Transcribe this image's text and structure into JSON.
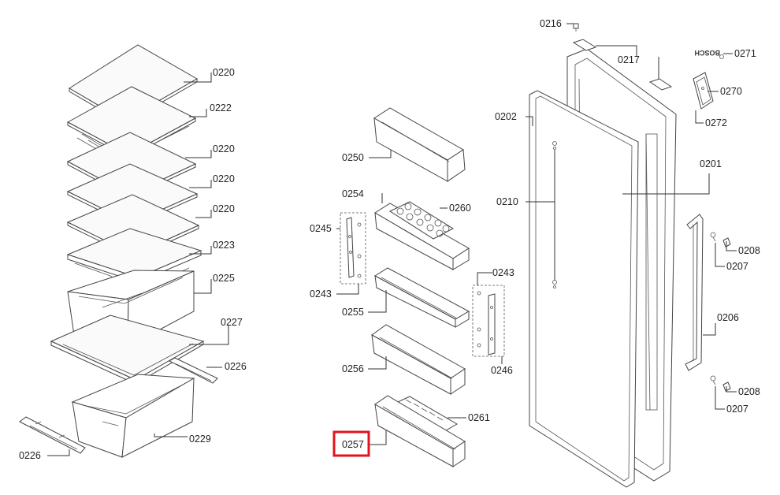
{
  "labels": {
    "p0220a": "0220",
    "p0222": "0222",
    "p0220b": "0220",
    "p0220c": "0220",
    "p0220d": "0220",
    "p0223": "0223",
    "p0225": "0225",
    "p0227": "0227",
    "p0226a": "0226",
    "p0226b": "0226",
    "p0229": "0229",
    "p0250": "0250",
    "p0254": "0254",
    "p0260": "0260",
    "p0245": "0245",
    "p0243a": "0243",
    "p0243b": "0243",
    "p0255": "0255",
    "p0246": "0246",
    "p0256": "0256",
    "p0261": "0261",
    "p0257": "0257",
    "p0202": "0202",
    "p0210": "0210",
    "p0216": "0216",
    "p0217": "0217",
    "p0271": "0271",
    "p0270": "0270",
    "p0272": "0272",
    "p0201": "0201",
    "p0208a": "0208",
    "p0207a": "0207",
    "p0206": "0206",
    "p0208b": "0208",
    "p0207b": "0207"
  },
  "logo_text": "BOSCH",
  "highlight": {
    "part": "0257",
    "color": "#e0141e"
  }
}
